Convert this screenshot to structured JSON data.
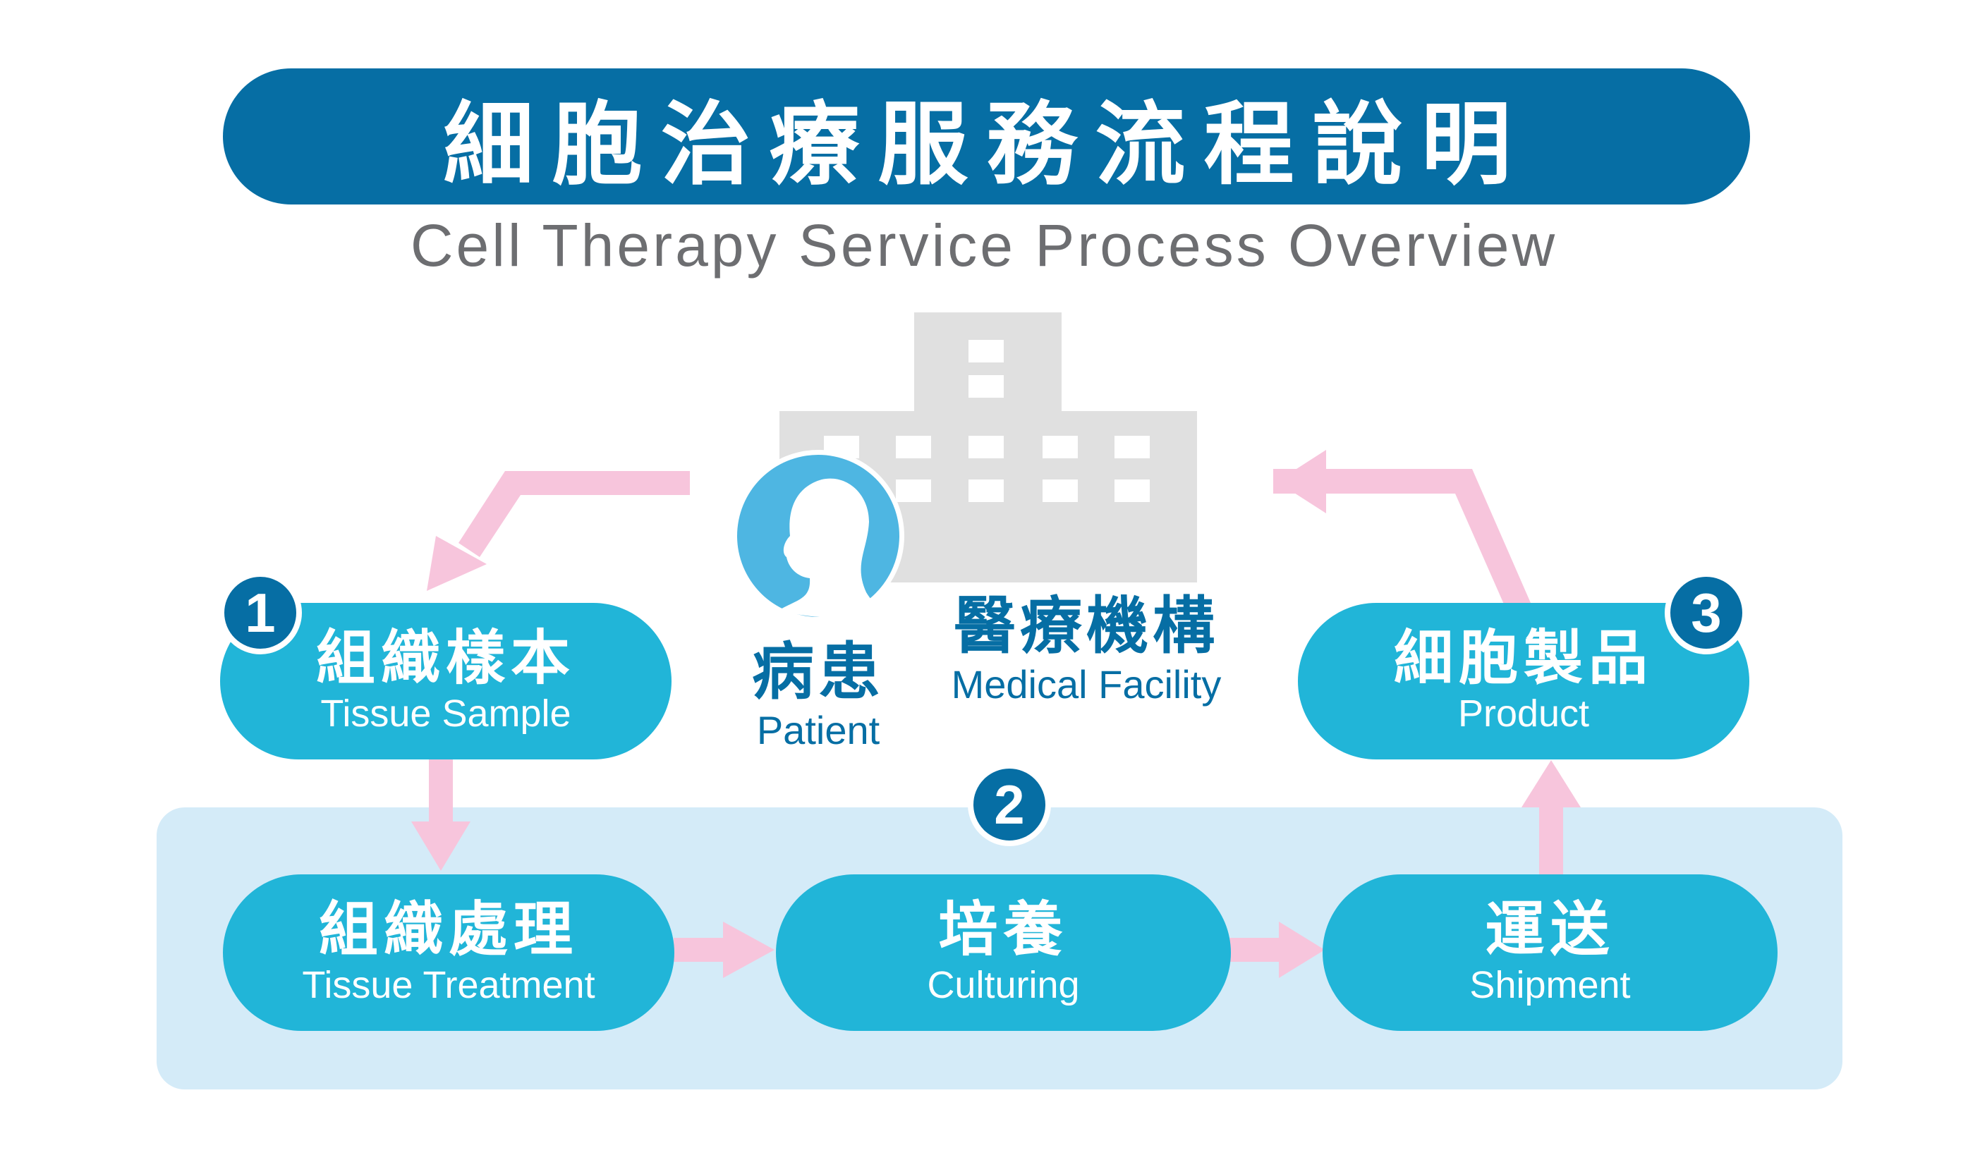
{
  "header": {
    "title": "細胞治療服務流程說明",
    "subtitle": "Cell Therapy Service Process Overview"
  },
  "center": {
    "patient": {
      "zh": "病患",
      "en": "Patient",
      "icon": "patient-silhouette-icon"
    },
    "facility": {
      "zh": "醫療機構",
      "en": "Medical Facility",
      "icon": "hospital-building-icon"
    }
  },
  "steps": [
    {
      "number": "1",
      "zh": "組織樣本",
      "en": "Tissue Sample"
    },
    {
      "number": "2",
      "zh": "",
      "en": ""
    },
    {
      "number": "3",
      "zh": "細胞製品",
      "en": "Product"
    }
  ],
  "process": [
    {
      "zh": "組織處理",
      "en": "Tissue Treatment"
    },
    {
      "zh": "培養",
      "en": "Culturing"
    },
    {
      "zh": "運送",
      "en": "Shipment"
    }
  ],
  "colors": {
    "primary": "#066ea4",
    "pill": "#21b5d8",
    "stage_bg": "#d4ebf8",
    "arrow": "#f7c5dc",
    "building": "#e0e0e0",
    "subtitle": "#6d6e71"
  }
}
